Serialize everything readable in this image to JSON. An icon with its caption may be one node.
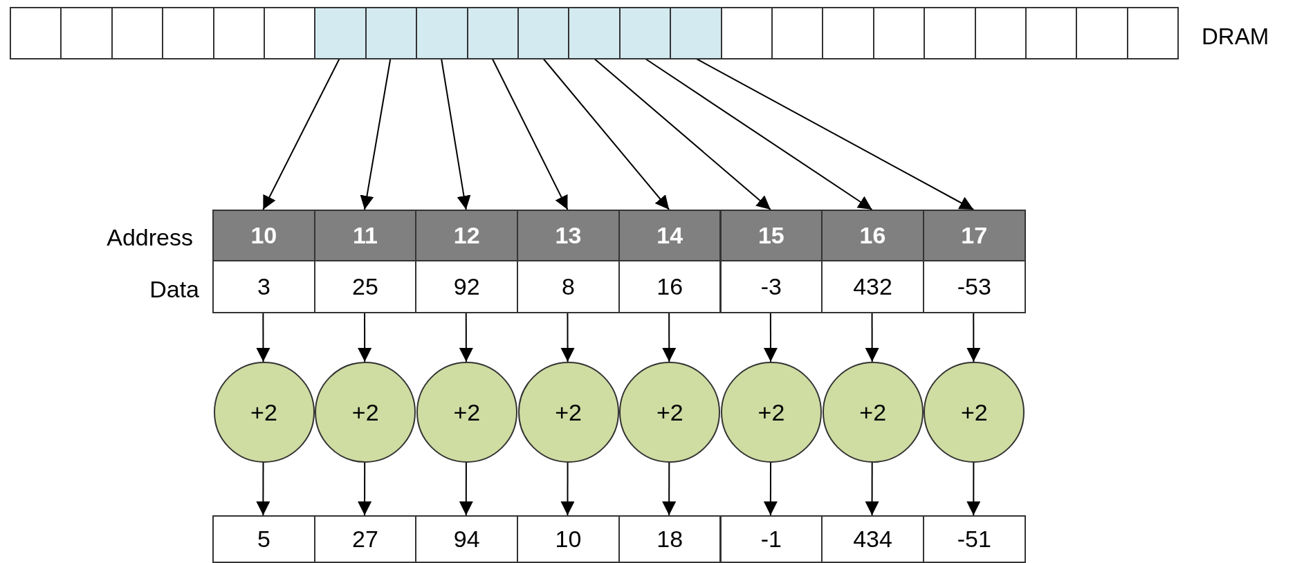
{
  "diagram": {
    "nodes": [
      {
        "text": [],
        "shape": "box"
      },
      {
        "text": [],
        "shape": "box"
      },
      {
        "text": [],
        "shape": "box"
      },
      {
        "text": [],
        "shape": "box"
      },
      {
        "text": [],
        "shape": "box"
      },
      {
        "text": [],
        "shape": "box"
      },
      {
        "text": [],
        "shape": "box"
      },
      {
        "text": [],
        "shape": "box"
      },
      {
        "text": [],
        "shape": "box"
      },
      {
        "text": [],
        "shape": "box"
      },
      {
        "text": [],
        "shape": "box"
      },
      {
        "text": [],
        "shape": "box"
      },
      {
        "text": [],
        "shape": "box"
      },
      {
        "text": [],
        "shape": "box"
      },
      {
        "text": [],
        "shape": "box"
      },
      {
        "text": [],
        "shape": "box"
      },
      {
        "text": [],
        "shape": "box"
      },
      {
        "text": [],
        "shape": "box"
      },
      {
        "text": [],
        "shape": "box"
      },
      {
        "text": [],
        "shape": "box"
      },
      {
        "text": [],
        "shape": "box"
      },
      {
        "text": [],
        "shape": "box"
      },
      {
        "text": [],
        "shape": "box"
      },
      {
        "text": [
          "10"
        ]
      },
      {
        "text": [
          "11"
        ]
      },
      {
        "text": [
          "12"
        ]
      },
      {
        "text": [
          "13"
        ]
      },
      {
        "text": [
          "14"
        ]
      },
      {
        "text": [
          "15"
        ]
      },
      {
        "text": [
          "16"
        ]
      },
      {
        "text": [
          "17"
        ]
      },
      {
        "text": [
          "3"
        ]
      },
      {
        "text": [
          "25"
        ]
      },
      {
        "text": [
          "92"
        ]
      },
      {
        "text": [
          "8"
        ]
      },
      {
        "text": [
          "16"
        ]
      },
      {
        "text": [
          "-3"
        ]
      },
      {
        "text": [
          "432"
        ]
      },
      {
        "text": [
          "-53"
        ]
      },
      {
        "text": [
          "+2"
        ]
      },
      {
        "text": [
          "+2"
        ]
      },
      {
        "text": [
          "+2"
        ]
      },
      {
        "text": [
          "+2"
        ]
      },
      {
        "text": [
          "+2"
        ]
      },
      {
        "text": [
          "+2"
        ]
      },
      {
        "text": [
          "+2"
        ]
      },
      {
        "text": [
          "+2"
        ]
      },
      {
        "text": [
          "5"
        ]
      },
      {
        "text": [
          "27"
        ]
      },
      {
        "text": [
          "94"
        ]
      },
      {
        "text": [
          "10"
        ]
      },
      {
        "text": [
          "18"
        ]
      },
      {
        "text": [
          "-1"
        ]
      },
      {
        "text": [
          "434"
        ]
      },
      {
        "text": [
          "-51"
        ]
      }
    ],
    "edges": [
      {
        "from": 6,
        "to": 23,
        "arrow": "to"
      },
      {
        "from": 7,
        "to": 24,
        "arrow": "to"
      },
      {
        "from": 8,
        "to": 25,
        "arrow": "to"
      },
      {
        "from": 9,
        "to": 26,
        "arrow": "to"
      },
      {
        "from": 10,
        "to": 27,
        "arrow": "to"
      },
      {
        "from": 11,
        "to": 28,
        "arrow": "to"
      },
      {
        "from": 12,
        "to": 29,
        "arrow": "to"
      },
      {
        "from": 13,
        "to": 30,
        "arrow": "to"
      },
      {
        "from": 31,
        "to": 39,
        "arrow": "to"
      },
      {
        "from": 32,
        "to": 40,
        "arrow": "to"
      },
      {
        "from": 33,
        "to": 41,
        "arrow": "to"
      },
      {
        "from": 34,
        "to": 42,
        "arrow": "to"
      },
      {
        "from": 35,
        "to": 43,
        "arrow": "to"
      },
      {
        "from": 36,
        "to": 44,
        "arrow": "to"
      },
      {
        "from": 37,
        "to": 45,
        "arrow": "to"
      },
      {
        "from": 38,
        "to": 46,
        "arrow": "to"
      },
      {
        "from": 39,
        "to": 47,
        "arrow": "to"
      },
      {
        "from": 40,
        "to": 48,
        "arrow": "to"
      },
      {
        "from": 41,
        "to": 49,
        "arrow": "to"
      },
      {
        "from": 42,
        "to": 50,
        "arrow": "to"
      },
      {
        "from": 43,
        "to": 51,
        "arrow": "to"
      },
      {
        "from": 44,
        "to": 52,
        "arrow": "to"
      },
      {
        "from": 45,
        "to": 53,
        "arrow": "to"
      },
      {
        "from": 46,
        "to": 54,
        "arrow": "to"
      }
    ],
    "labels": [
      "DRAM",
      "Address",
      "Data"
    ]
  }
}
